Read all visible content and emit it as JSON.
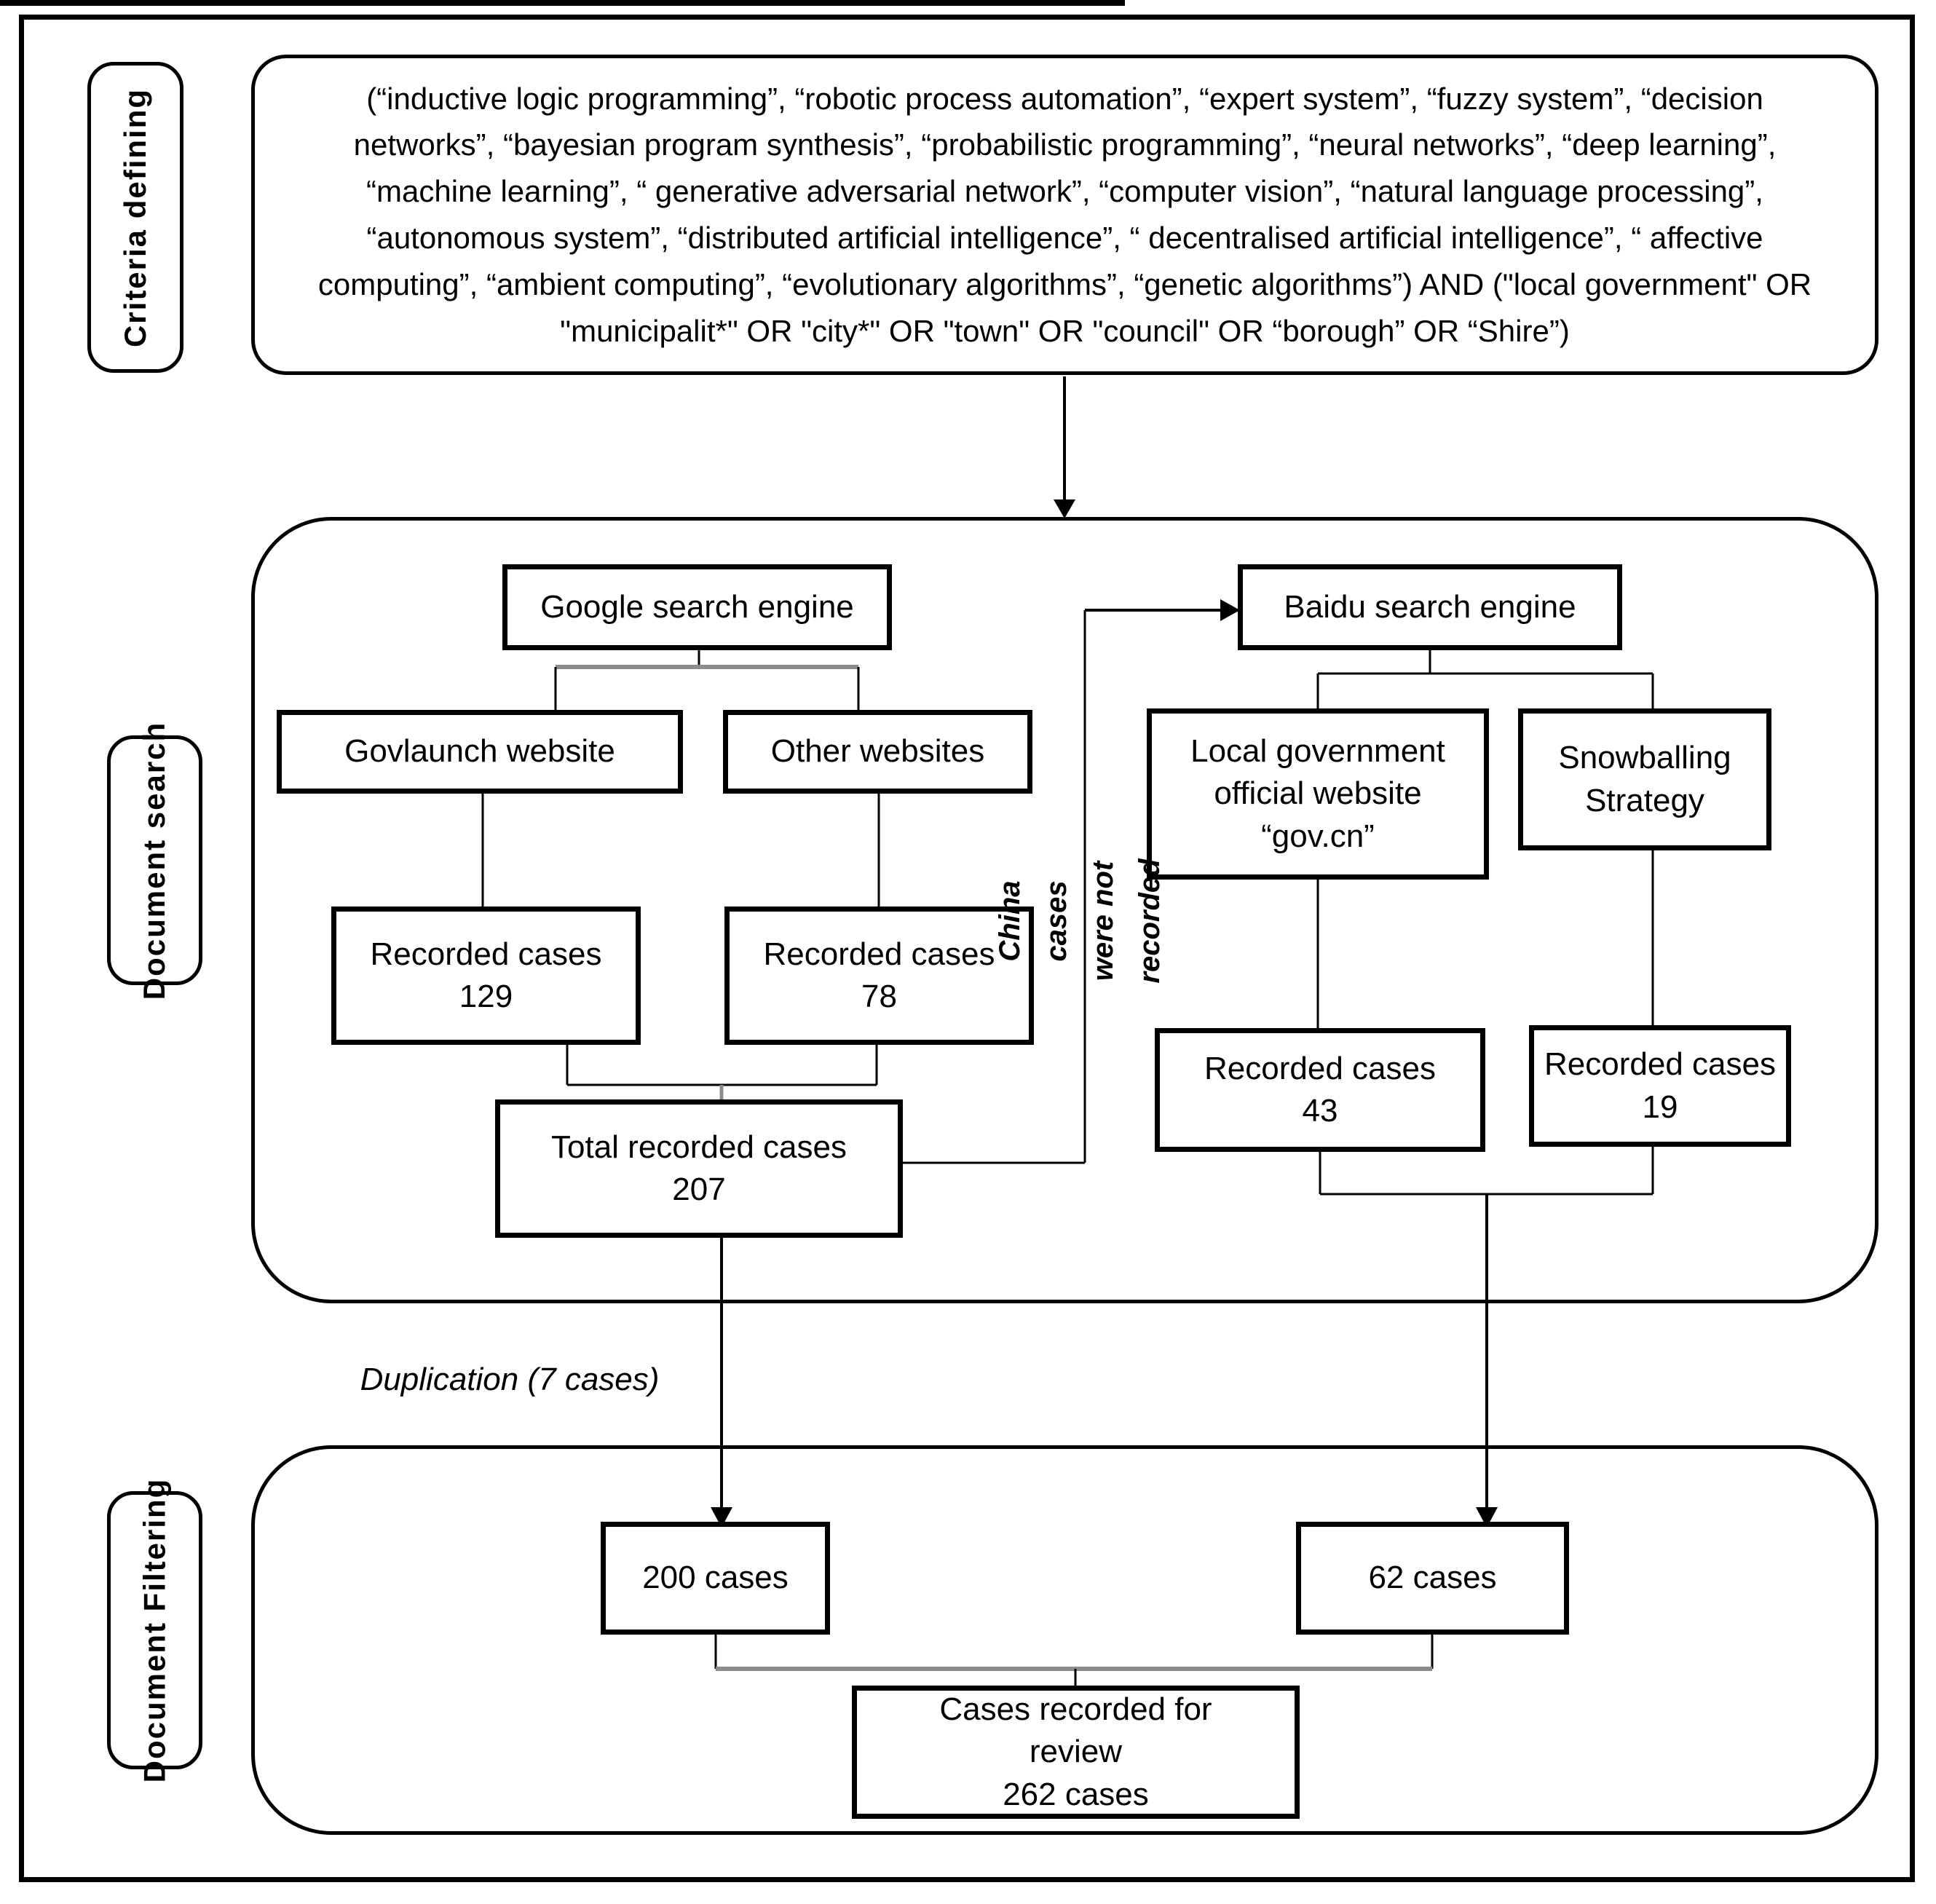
{
  "figure": {
    "side_labels": {
      "criteria": "Criteria defining",
      "search": "Document search",
      "filtering": "Document Filtering"
    },
    "criteria_query": "(“inductive logic programming”, “robotic process automation”, “expert system”, “fuzzy system”, “decision networks”, “bayesian program synthesis”, “probabilistic programming”, “neural networks”, “deep learning”, “machine learning”, “ generative adversarial network”, “computer vision”, “natural language processing”, “autonomous system”, “distributed artificial intelligence”, “ decentralised artificial intelligence”, “ affective computing”, “ambient computing”, “evolutionary algorithms”, “genetic algorithms”) AND (\"local government\" OR \"municipalit*\" OR \"city*\" OR \"town\" OR \"council\" OR “borough” OR “Shire”)",
    "nodes": {
      "google": "Google search engine",
      "govlaunch": "Govlaunch website",
      "other_websites": "Other websites",
      "recorded_129": "Recorded cases\n129",
      "recorded_78": "Recorded cases\n78",
      "total_207": "Total recorded cases\n207",
      "baidu": "Baidu search engine",
      "local_gov": "Local government\nofficial website\n“gov.cn”",
      "snowballing": "Snowballing\nStrategy",
      "recorded_43": "Recorded cases\n43",
      "recorded_19": "Recorded cases\n19",
      "cases_200": "200 cases",
      "cases_62": "62 cases",
      "review": "Cases recorded for\nreview\n262 cases"
    },
    "annotations": {
      "duplication": "Duplication (7 cases)",
      "china_note": "China cases were not\nrecorded"
    },
    "colors": {
      "line": "#000000",
      "bus": "#8c8c8c",
      "background": "#ffffff"
    }
  }
}
